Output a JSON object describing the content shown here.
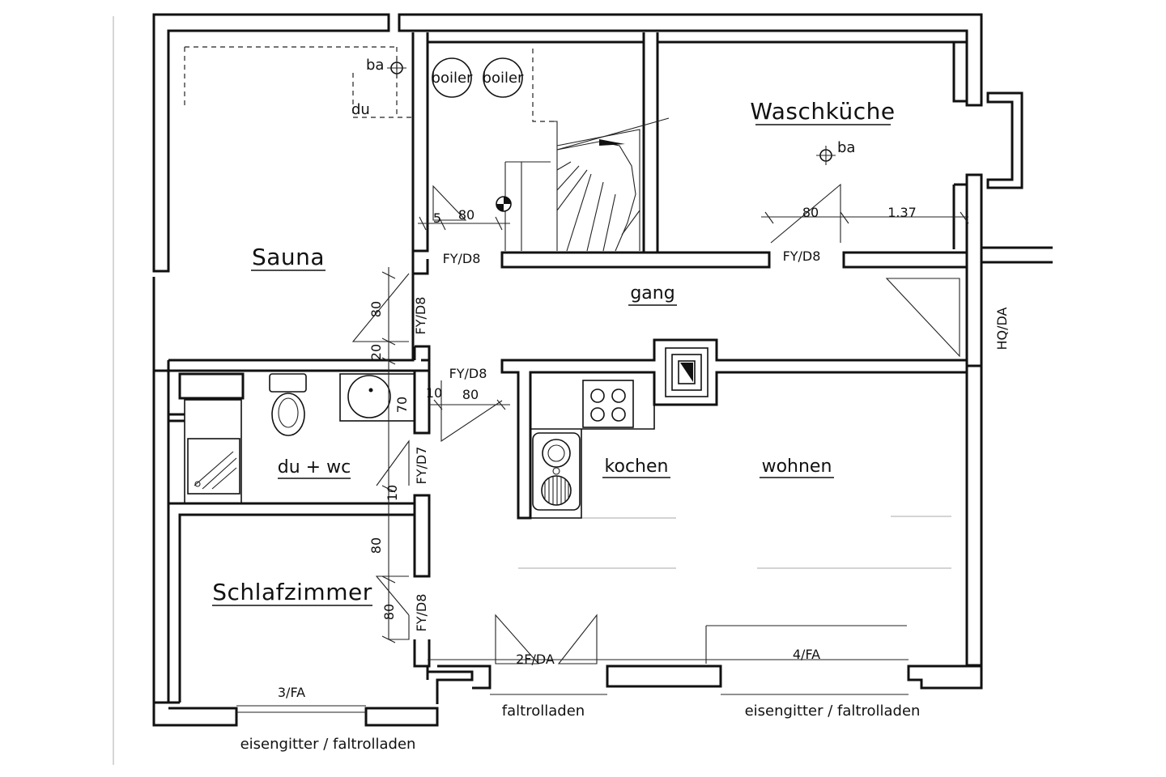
{
  "rooms": {
    "sauna": "Sauna",
    "waschkueche": "Waschküche",
    "gang": "gang",
    "du_wc": "du + wc",
    "kochen": "kochen",
    "wohnen": "wohnen",
    "schlafzimmer": "Schlafzimmer"
  },
  "fixtures": {
    "boiler_1": "boiler",
    "boiler_2": "boiler",
    "ba_sauna": "ba",
    "du_sauna": "du",
    "ba_wasch": "ba"
  },
  "dimensions": {
    "d_5": "5",
    "d_80_stair": "80",
    "d_80_wasch": "80",
    "d_137": "1.37",
    "d_80_sauna": "80",
    "d_20": "20",
    "d_10": "10",
    "d_80_gang": "80",
    "d_70": "70",
    "d_10b": "10",
    "d_80_schlaf": "80",
    "d_80_schlaf2": "80"
  },
  "door_tags": {
    "fy_d8_stair": "FY/D8",
    "fy_d8_wasch": "FY/D8",
    "fy_d8_sauna": "FY/D8",
    "fy_d8_gang": "FY/D8",
    "fy_d7": "FY/D7",
    "fy_d8_schlaf": "FY/D8",
    "hq_da": "HQ/DA"
  },
  "window_tags": {
    "w_3fa": "3/FA",
    "w_2fda": "2F/DA",
    "w_4fa": "4/FA"
  },
  "notes": {
    "eisengitter_left": "eisengitter / faltrolladen",
    "faltrolladen_mid": "faltrolladen",
    "eisengitter_right": "eisengitter / faltrolladen"
  }
}
